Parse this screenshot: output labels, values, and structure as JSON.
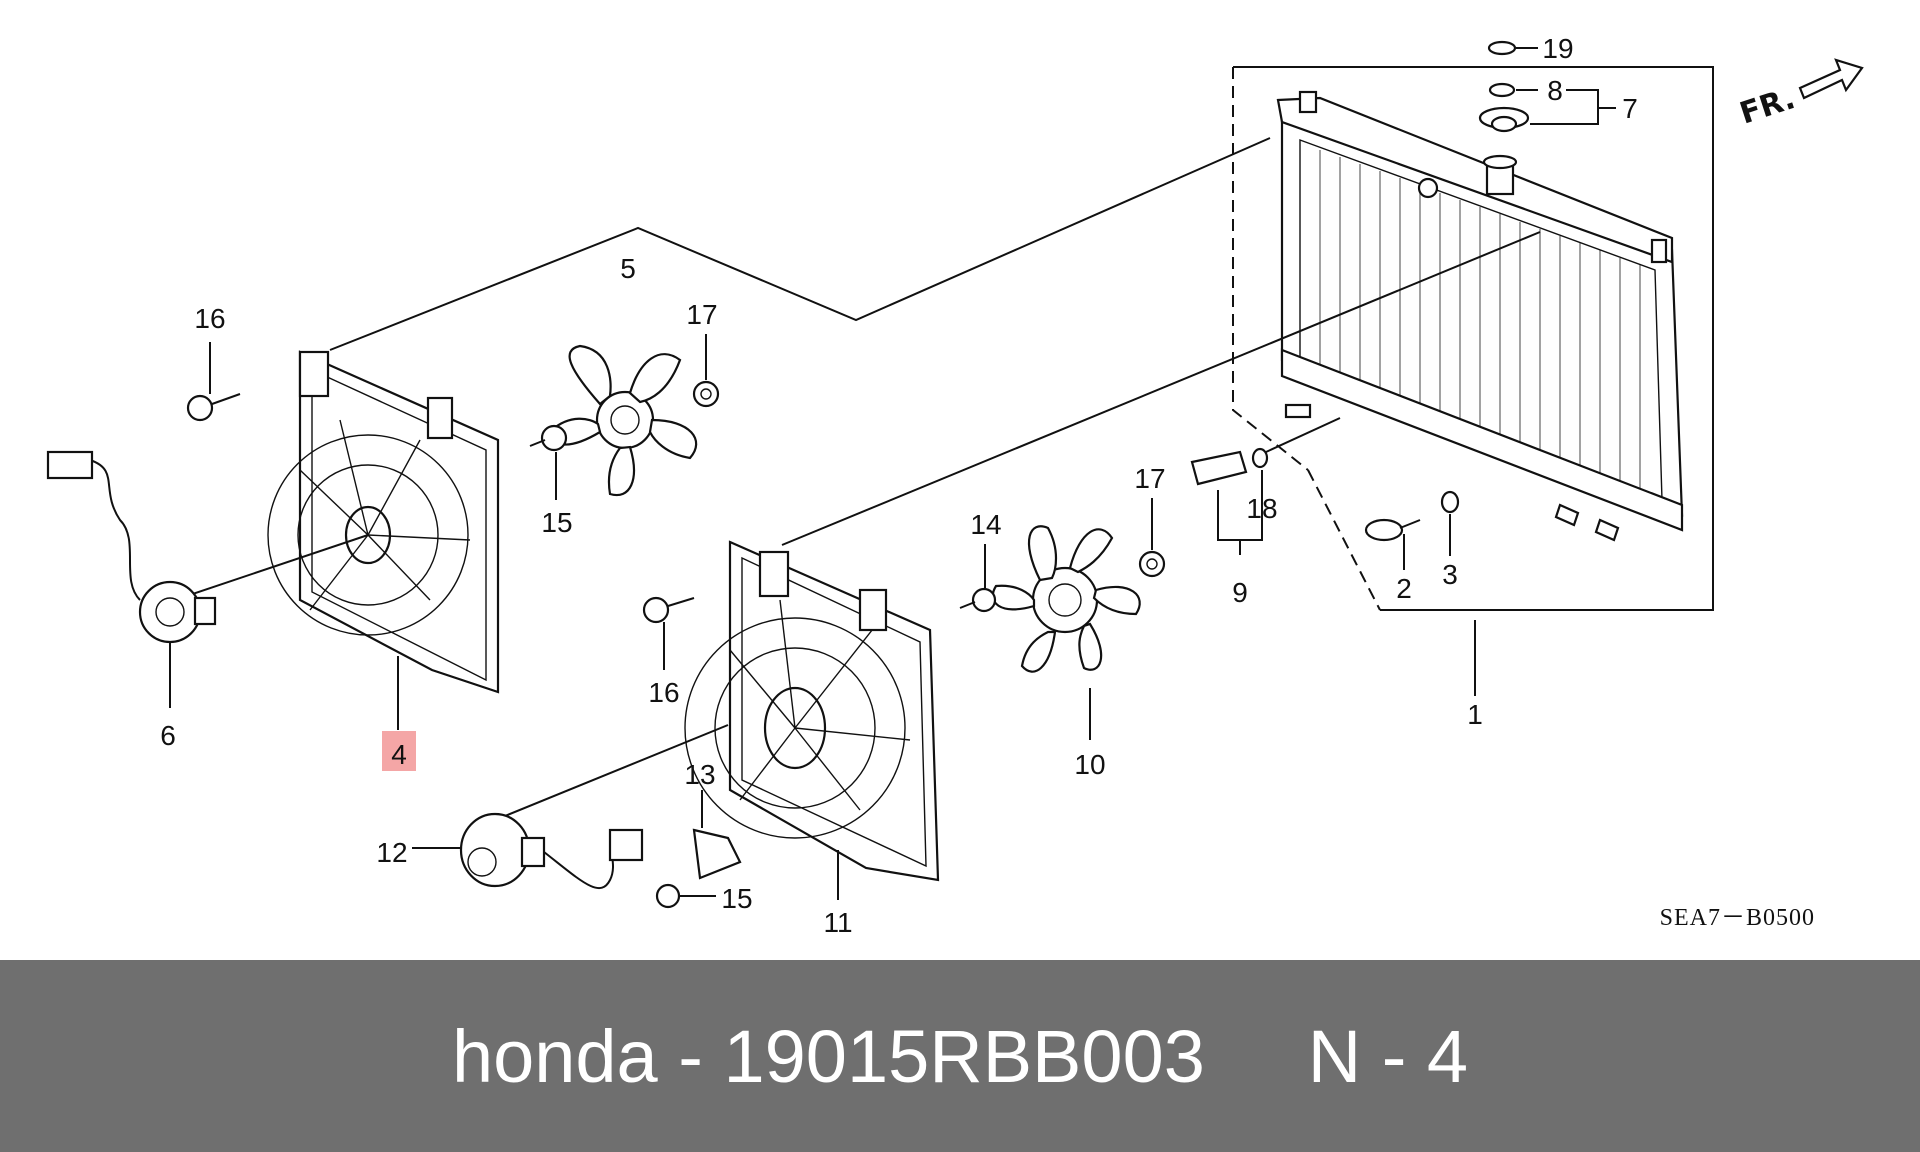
{
  "diagram": {
    "callouts": [
      {
        "id": "1",
        "text": "1"
      },
      {
        "id": "2",
        "text": "2"
      },
      {
        "id": "3",
        "text": "3"
      },
      {
        "id": "4",
        "text": "4"
      },
      {
        "id": "5",
        "text": "5"
      },
      {
        "id": "6",
        "text": "6"
      },
      {
        "id": "7",
        "text": "7"
      },
      {
        "id": "8",
        "text": "8"
      },
      {
        "id": "9",
        "text": "9"
      },
      {
        "id": "10",
        "text": "10"
      },
      {
        "id": "11",
        "text": "11"
      },
      {
        "id": "12",
        "text": "12"
      },
      {
        "id": "13",
        "text": "13"
      },
      {
        "id": "14",
        "text": "14"
      },
      {
        "id": "15a",
        "text": "15"
      },
      {
        "id": "15b",
        "text": "15"
      },
      {
        "id": "16a",
        "text": "16"
      },
      {
        "id": "16b",
        "text": "16"
      },
      {
        "id": "17a",
        "text": "17"
      },
      {
        "id": "17b",
        "text": "17"
      },
      {
        "id": "18",
        "text": "18"
      },
      {
        "id": "19",
        "text": "19"
      }
    ],
    "highlighted_part": "4",
    "highlight_color": "#f4a6a6",
    "direction_label": "FR.",
    "diagram_code": "SEA7－B0500"
  },
  "footer": {
    "brand": "honda",
    "separator": " - ",
    "part_number": "19015RBB003",
    "gap": "     ",
    "position_label": "N - 4",
    "background_color": "#6f6f6f"
  }
}
